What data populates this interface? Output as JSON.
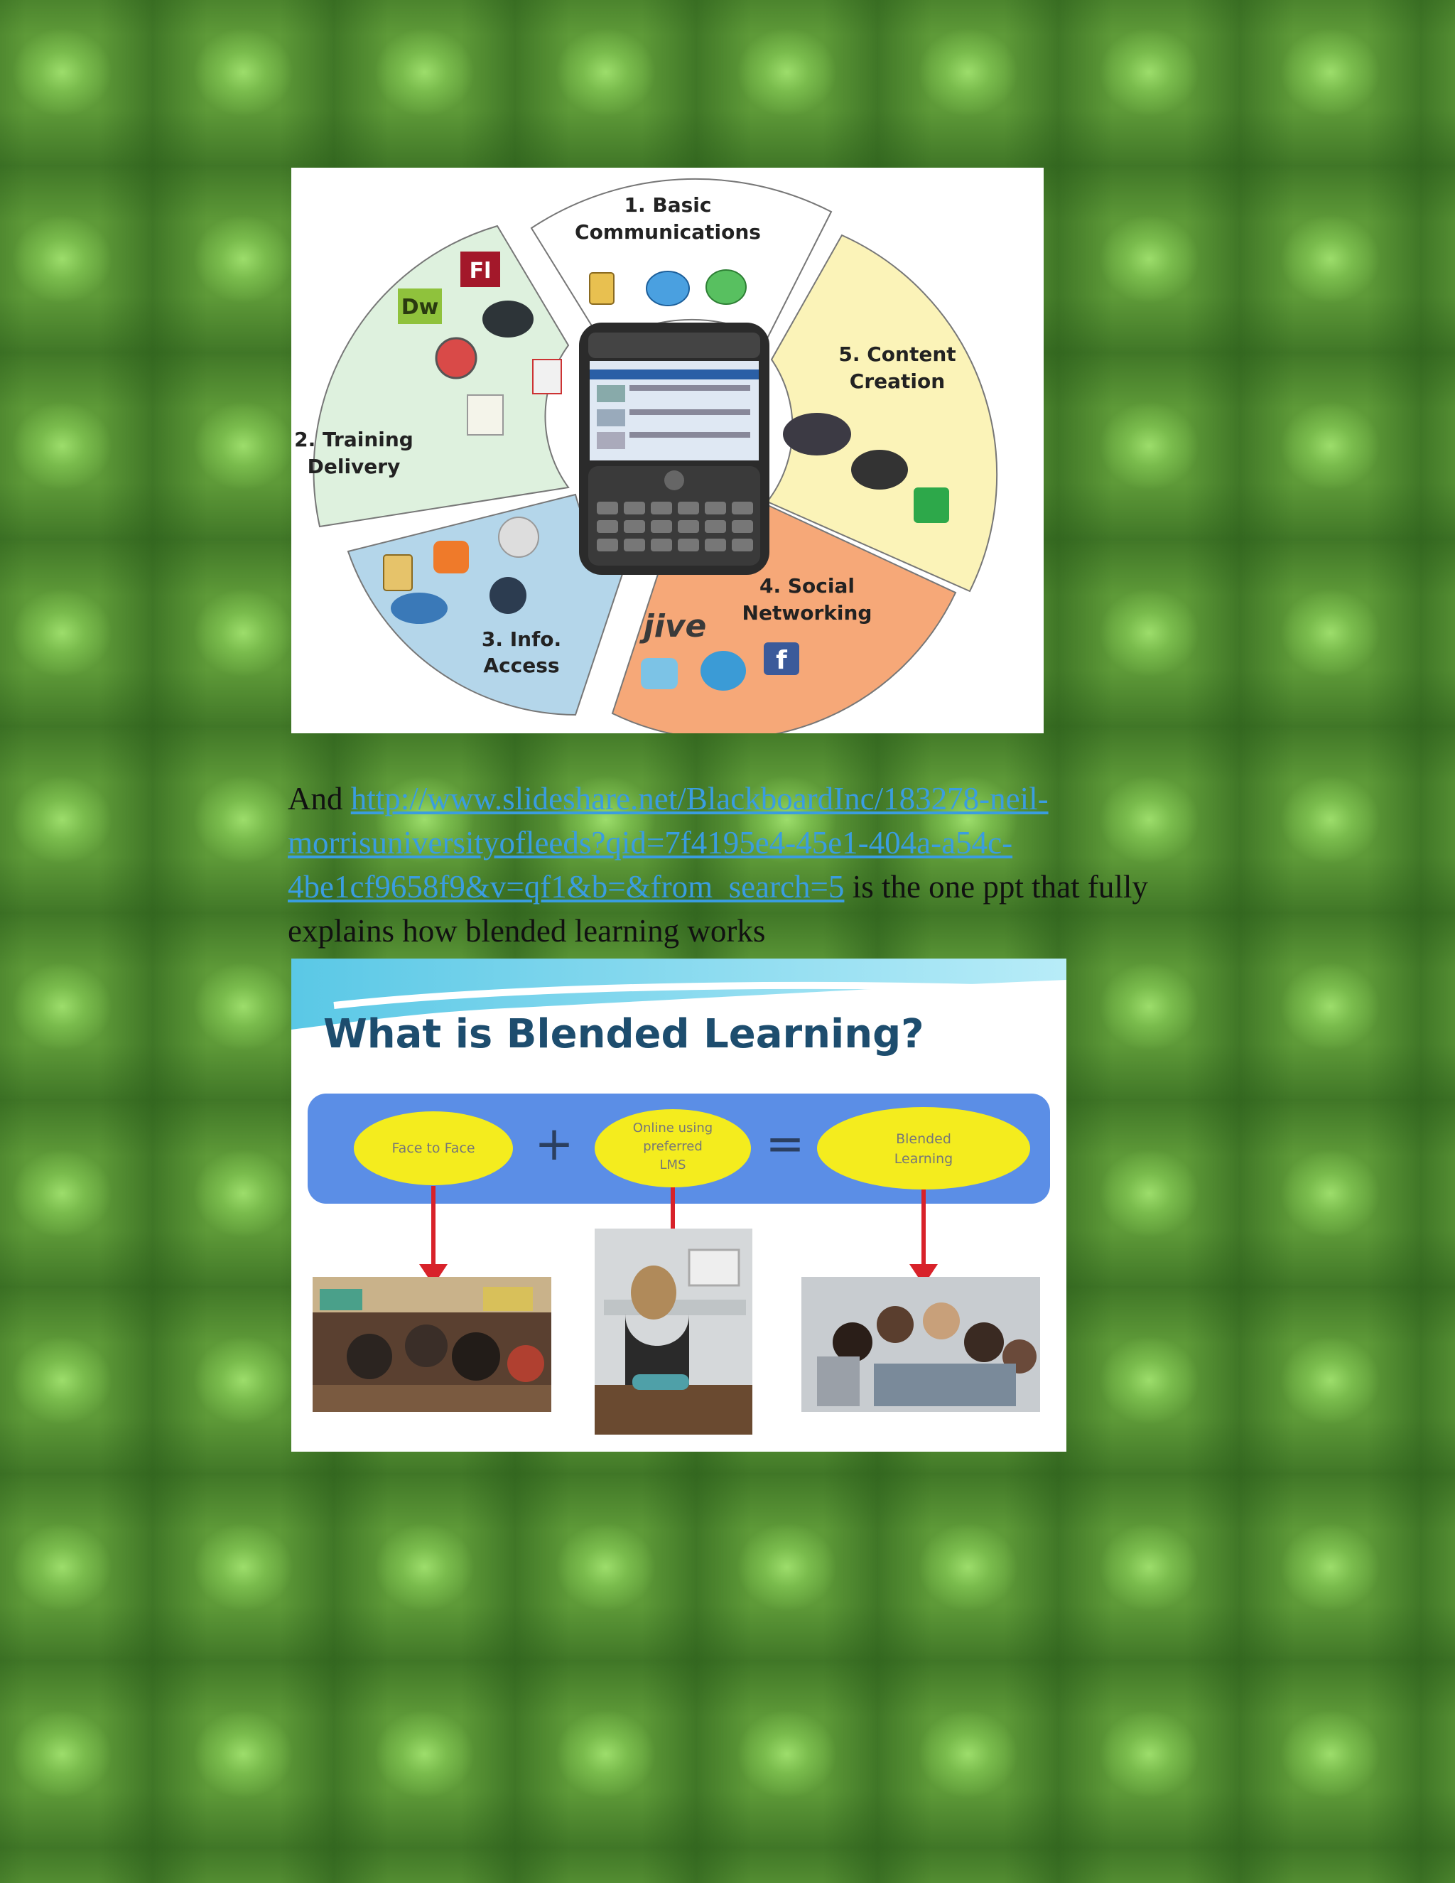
{
  "figure1": {
    "segments": [
      {
        "number": "1. Basic",
        "label": "Communications"
      },
      {
        "number": "2. Training",
        "label": "Delivery"
      },
      {
        "number": "3. Info.",
        "label": "Access"
      },
      {
        "number": "4. Social",
        "label": "Networking"
      },
      {
        "number": "5. Content",
        "label": "Creation"
      }
    ],
    "icon_labels": {
      "flash": "Fl",
      "dreamweaver": "Dw",
      "jive": "jive",
      "facebook": "f"
    }
  },
  "paragraph": {
    "lead": " And ",
    "link_text": "http://www.slideshare.net/BlackboardInc/183278-neil-morrisuniversityofleeds?qid=7f4195e4-45e1-404a-a54c-4be1cf9658f9&v=qf1&b=&from_search=5",
    "trail": " is the one ppt that fully explains how blended learning works"
  },
  "figure2": {
    "title": "What is Blended Learning?",
    "ovals": [
      "Face to Face",
      "Online using",
      "preferred",
      "LMS",
      "Blended",
      "Learning"
    ],
    "plus": "+",
    "equals": "="
  }
}
